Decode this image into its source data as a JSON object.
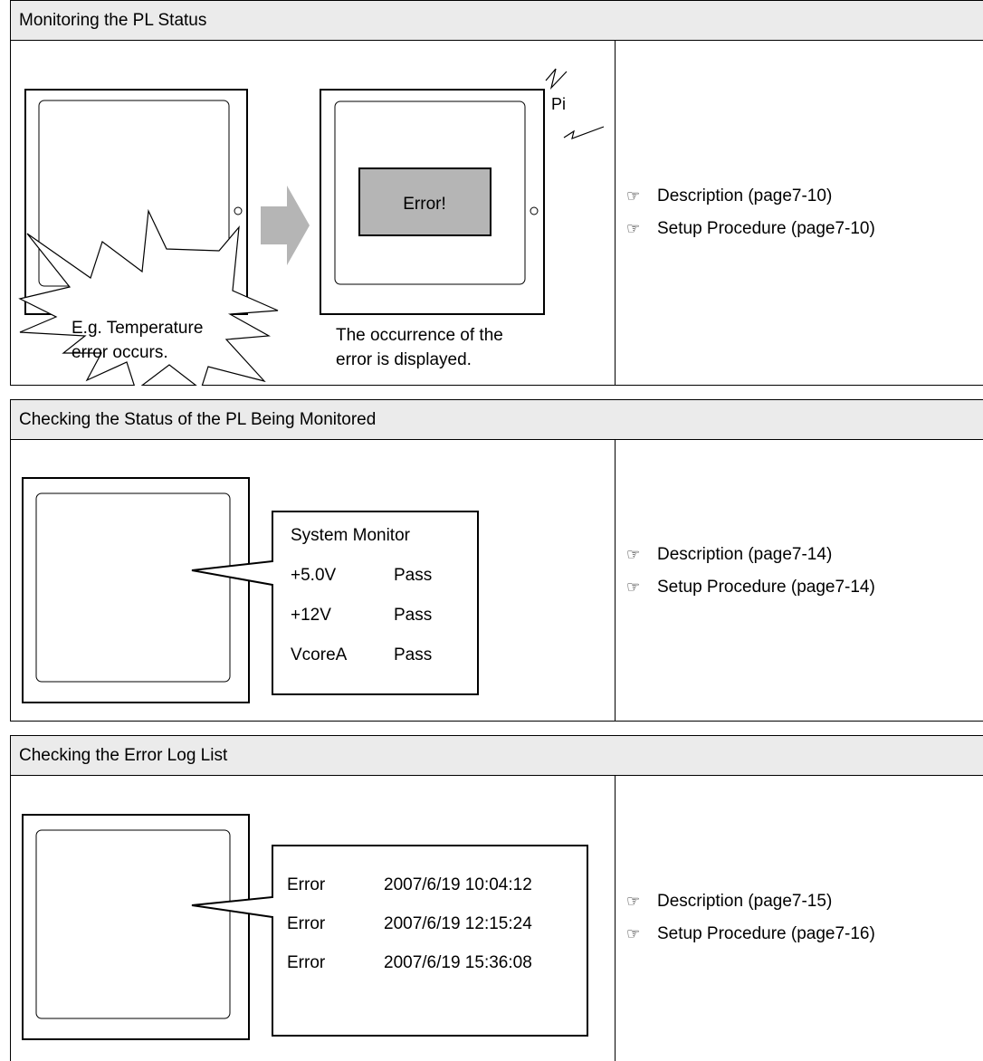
{
  "sections": [
    {
      "title": "Monitoring the PL Status",
      "diagram": {
        "starburst_text": [
          "E.g. Temperature",
          "error occurs."
        ],
        "error_label": "Error!",
        "beep_label": "Pi",
        "caption": [
          "The occurrence of the",
          "error is displayed."
        ]
      },
      "refs": [
        "Description (page7-10)",
        "Setup Procedure (page7-10)"
      ]
    },
    {
      "title": "Checking the Status of the PL Being Monitored",
      "callout": {
        "heading": "System Monitor",
        "rows": [
          {
            "name": "+5.0V",
            "status": "Pass"
          },
          {
            "name": "+12V",
            "status": "Pass"
          },
          {
            "name": "VcoreA",
            "status": "Pass"
          }
        ]
      },
      "refs": [
        "Description (page7-14)",
        "Setup Procedure (page7-14)"
      ]
    },
    {
      "title": "Checking the Error Log List",
      "callout": {
        "rows": [
          {
            "type": "Error",
            "time": "2007/6/19 10:04:12"
          },
          {
            "type": "Error",
            "time": "2007/6/19 12:15:24"
          },
          {
            "type": "Error",
            "time": "2007/6/19 15:36:08"
          }
        ]
      },
      "refs": [
        "Description (page7-15)",
        "Setup Procedure (page7-16)"
      ]
    }
  ],
  "icons": {
    "reference": "pointing-hand-icon",
    "glyph": "☞"
  }
}
